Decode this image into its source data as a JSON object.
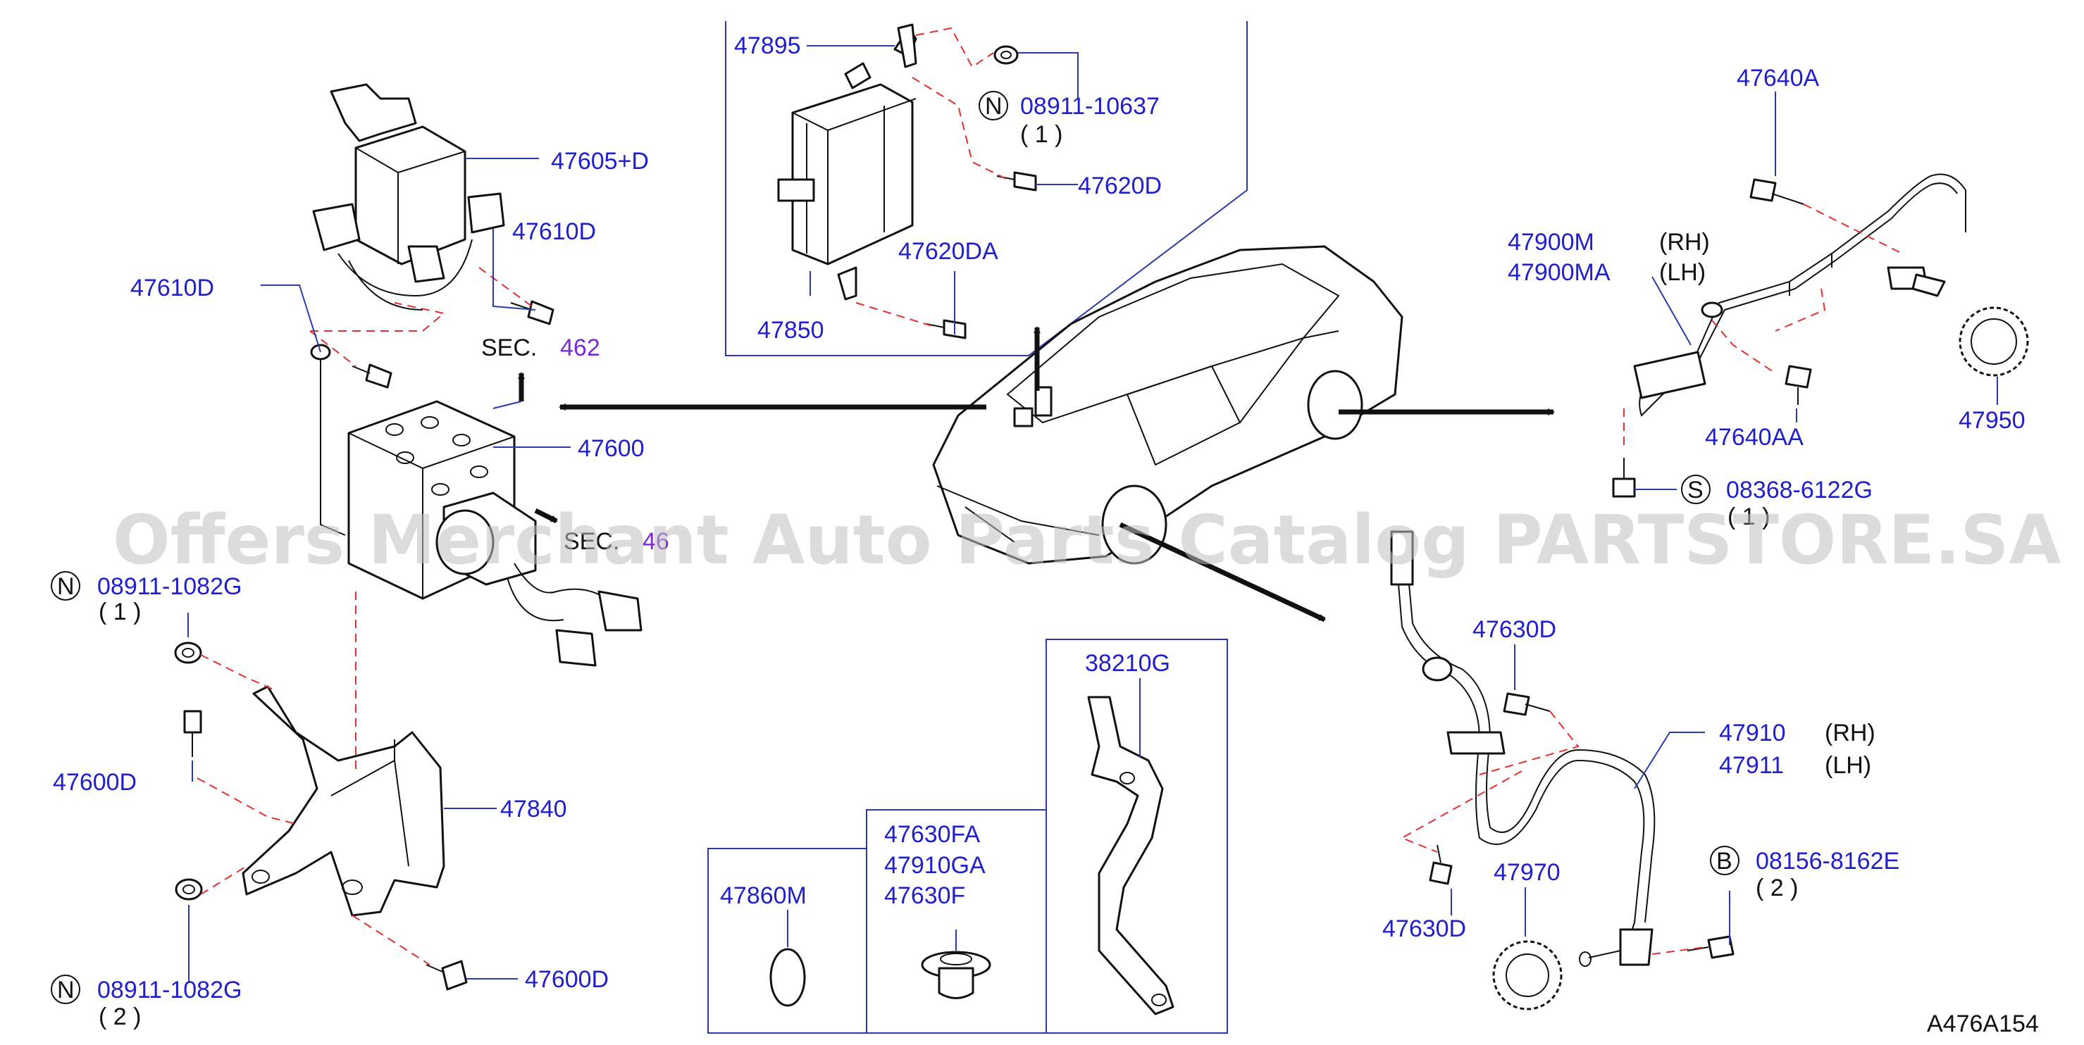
{
  "watermark": "Offers Merchant Auto Parts Catalog PARTSTORE.SA",
  "diagram_code": "A476A154",
  "section_refs": [
    {
      "prefix": "SEC.",
      "number": "462"
    },
    {
      "prefix": "SEC.",
      "number": "46"
    }
  ],
  "markers": [
    "N",
    "N",
    "N",
    "S",
    "B"
  ],
  "parts": {
    "p47895": "47895",
    "p08911_10637": "08911-10637",
    "p08911_10637_qty": "( 1 )",
    "p47620D": "47620D",
    "p47620DA": "47620DA",
    "p47850": "47850",
    "p47605D": "47605+D",
    "p47610D_a": "47610D",
    "p47610D_b": "47610D",
    "p47600": "47600",
    "p08911_1082G_a": "08911-1082G",
    "p08911_1082G_a_qty": "( 1 )",
    "p47600D_a": "47600D",
    "p47840": "47840",
    "p08911_1082G_b": "08911-1082G",
    "p08911_1082G_b_qty": "( 2 )",
    "p47600D_b": "47600D",
    "p47640A": "47640A",
    "p47900M": "47900M",
    "p47900M_side": "(RH)",
    "p47900MA": "47900MA",
    "p47900MA_side": "(LH)",
    "p47640AA": "47640AA",
    "p47950": "47950",
    "p08368_6122G": "08368-6122G",
    "p08368_6122G_qty": "( 1 )",
    "p47630D_a": "47630D",
    "p47910": "47910",
    "p47910_side": "(RH)",
    "p47911": "47911",
    "p47911_side": "(LH)",
    "p08156_8162E": "08156-8162E",
    "p08156_8162E_qty": "( 2 )",
    "p47970": "47970",
    "p47630D_b": "47630D",
    "p38210G": "38210G",
    "p47630FA": "47630FA",
    "p47910GA": "47910GA",
    "p47630F": "47630F",
    "p47860M": "47860M"
  }
}
